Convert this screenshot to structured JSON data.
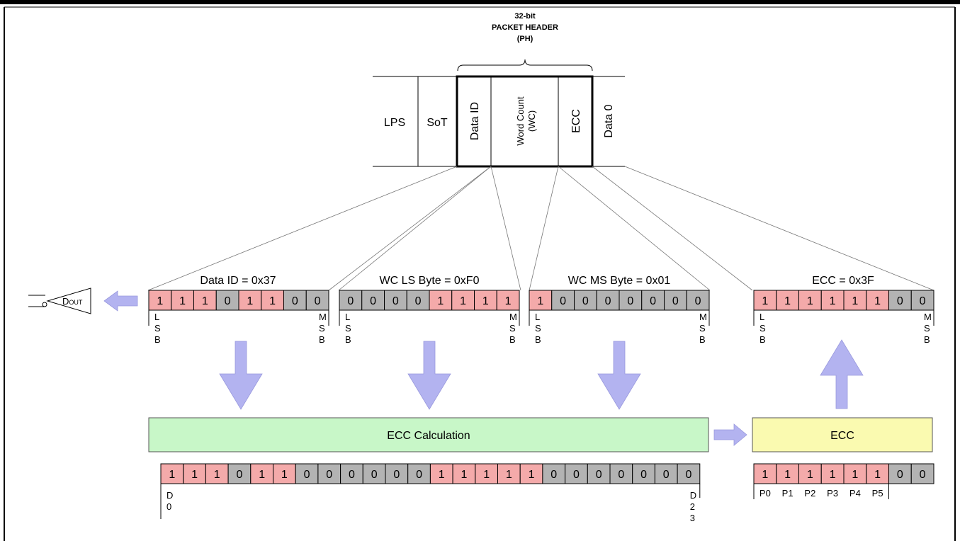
{
  "header": {
    "title_lines": [
      "32-bit",
      "PACKET HEADER",
      "(PH)"
    ]
  },
  "packet_fields": {
    "lps": "LPS",
    "sot": "SoT",
    "data_id": "Data ID",
    "word_count_lines": [
      "Word Count",
      "(WC)"
    ],
    "ecc": "ECC",
    "data0": "Data 0"
  },
  "dout": {
    "main": "D",
    "sub": "OUT"
  },
  "bytes": [
    {
      "label": "Data ID = 0x37",
      "bits": [
        1,
        1,
        1,
        0,
        1,
        1,
        0,
        0
      ]
    },
    {
      "label": "WC LS Byte = 0xF0",
      "bits": [
        0,
        0,
        0,
        0,
        1,
        1,
        1,
        1
      ]
    },
    {
      "label": "WC MS Byte = 0x01",
      "bits": [
        1,
        0,
        0,
        0,
        0,
        0,
        0,
        0
      ]
    },
    {
      "label": "ECC = 0x3F",
      "bits": [
        1,
        1,
        1,
        1,
        1,
        1,
        0,
        0
      ]
    }
  ],
  "lsb_label": [
    "L",
    "S",
    "B"
  ],
  "msb_label": [
    "M",
    "S",
    "B"
  ],
  "ecc_calc_label": "ECC Calculation",
  "ecc_box_label": "ECC",
  "d24_bits": [
    1,
    1,
    1,
    0,
    1,
    1,
    0,
    0,
    0,
    0,
    0,
    0,
    1,
    1,
    1,
    1,
    1,
    0,
    0,
    0,
    0,
    0,
    0,
    0
  ],
  "d0_label": [
    "D",
    "0"
  ],
  "d23_label": [
    "D",
    "2",
    "3"
  ],
  "ecc_out_bits": [
    1,
    1,
    1,
    1,
    1,
    1,
    0,
    0
  ],
  "parity_labels": [
    "P0",
    "P1",
    "P2",
    "P3",
    "P4",
    "P5"
  ],
  "colors": {
    "bit_one": "#f4aaaa",
    "bit_zero": "#b3b3b3",
    "ecc_calc_fill": "#c8f7c8",
    "ecc_box_fill": "#fafab0",
    "arrow_fill": "#b3b3f0",
    "frame": "#000000"
  }
}
